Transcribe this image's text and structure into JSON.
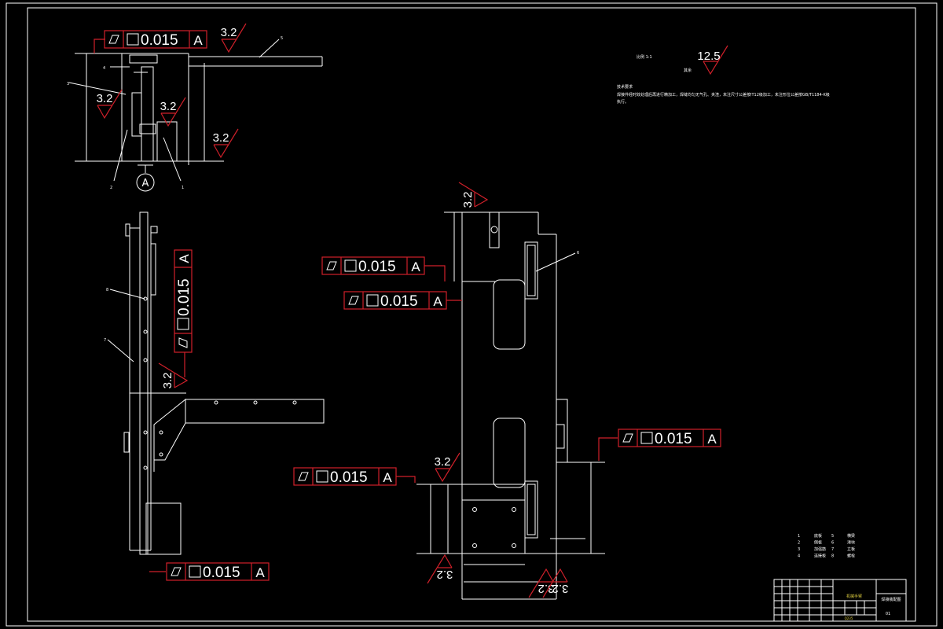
{
  "colors": {
    "background": "#000000",
    "lines": "#ffffff",
    "annotation": "#d0202a",
    "title_text": "#e0d040"
  },
  "tolerance_frames": [
    {
      "value": "0.015",
      "datum": "A"
    },
    {
      "value": "0.015",
      "datum": "A"
    },
    {
      "value": "0.015",
      "datum": "A"
    },
    {
      "value": "0.015",
      "datum": "A"
    },
    {
      "value": "0.015",
      "datum": "A"
    },
    {
      "value": "0.015",
      "datum": "A"
    },
    {
      "value": "0.015",
      "datum": "A"
    }
  ],
  "roughness_labels": [
    "3.2",
    "3.2",
    "3.2",
    "3.2",
    "3.2",
    "3.2",
    "3.2",
    "3.2",
    "3.2",
    "3.2"
  ],
  "roughness_general": "12.5",
  "datum_label": "A",
  "part_numbers": [
    "1",
    "2",
    "3",
    "4",
    "5",
    "6",
    "7",
    "8"
  ],
  "scale_note": "比例 1:1",
  "rest_note": "其余",
  "tech_heading": "技术要求",
  "tech_text": "焊接件经时效处理后再进行精加工，焊缝均匀无气孔、夹渣，未注尺寸公差按IT12级加工，未注形位公差按GB/T1184-K级",
  "tech_text_2": "执行。",
  "parts_legend": [
    {
      "no": "1",
      "name": "底板",
      "no2": "5",
      "name2": "横梁"
    },
    {
      "no": "2",
      "name": "侧板",
      "no2": "6",
      "name2": "滑块"
    },
    {
      "no": "3",
      "name": "加强筋",
      "no2": "7",
      "name2": "立板"
    },
    {
      "no": "4",
      "name": "连接板",
      "no2": "8",
      "name2": "螺栓"
    }
  ],
  "title_block": {
    "title": "机械手臂",
    "drawing_name": "焊接装配图",
    "sheet": "01",
    "material": "Q235"
  }
}
